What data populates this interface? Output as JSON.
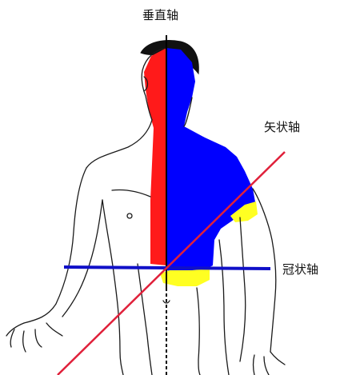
{
  "labels": {
    "vertical_axis": "垂直轴",
    "sagittal_axis": "矢状轴",
    "coronal_axis": "冠状轴"
  },
  "colors": {
    "vertical_axis": "#000000",
    "sagittal_axis": "#e0203a",
    "coronal_axis": "#1010c8",
    "left_half": "#ff1a1a",
    "right_half": "#0000ff",
    "highlight": "#ffff22",
    "outline": "#1a1a1a"
  }
}
